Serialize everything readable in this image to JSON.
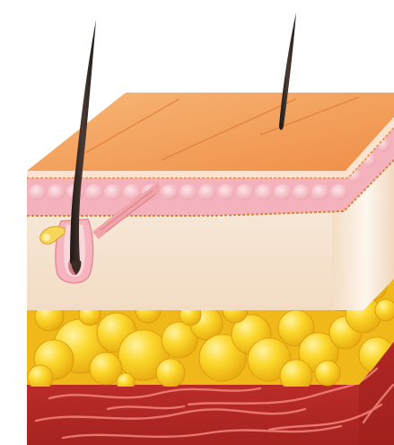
{
  "image": {
    "subject": "skin-cross-section",
    "labels": []
  },
  "layers": [
    {
      "key": "epidermis",
      "color": "#f3a35f"
    },
    {
      "key": "dermis-papillae",
      "color": "#f7c2c8"
    },
    {
      "key": "dermis",
      "color": "#f6e6d4"
    },
    {
      "key": "subcutaneous-fat",
      "color": "#f9cf1f"
    },
    {
      "key": "muscle",
      "color": "#b82b2a"
    }
  ],
  "structures": [
    {
      "key": "hair-shaft",
      "color": "#2b201c"
    },
    {
      "key": "hair-follicle",
      "color": "#f7bcc4"
    },
    {
      "key": "sebaceous-gland",
      "color": "#f7d14a"
    },
    {
      "key": "arrector-pili-muscle",
      "color": "#ee9aa0"
    }
  ]
}
